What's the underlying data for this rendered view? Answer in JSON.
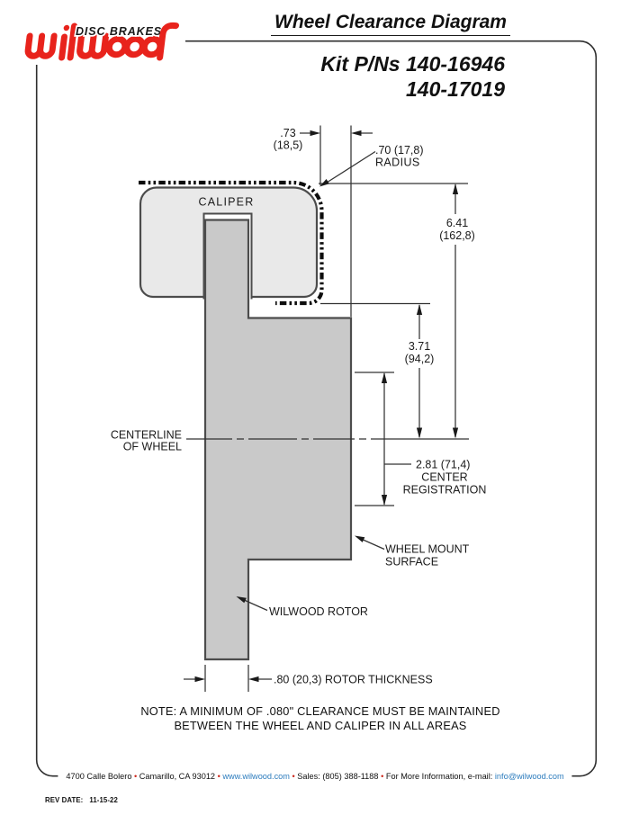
{
  "logo": {
    "brand": "wilwood",
    "tagline": "DISC BRAKES"
  },
  "header": {
    "title": "Wheel Clearance Diagram",
    "kit_line1": "Kit P/Ns 140-16946",
    "kit_line2": "140-17019"
  },
  "diagram": {
    "caliper_label": "CALIPER",
    "centerline_line1": "CENTERLINE",
    "centerline_line2": "OF WHEEL",
    "dim_gap": {
      "in": ".73",
      "mm": "(18,5)"
    },
    "dim_radius": {
      "line1": ".70 (17,8)",
      "line2": "RADIUS"
    },
    "dim_height": {
      "in": "6.41",
      "mm": "(162,8)"
    },
    "dim_mid": {
      "in": "3.71",
      "mm": "(94,2)"
    },
    "dim_register": {
      "line1": "2.81 (71,4)",
      "line2": "CENTER",
      "line3": "REGISTRATION"
    },
    "wheel_mount": {
      "line1": "WHEEL MOUNT",
      "line2": "SURFACE"
    },
    "rotor_label": "WILWOOD ROTOR",
    "dim_thickness": ".80 (20,3) ROTOR THICKNESS"
  },
  "note": {
    "line1": "NOTE: A MINIMUM OF .080\" CLEARANCE MUST BE MAINTAINED",
    "line2": "BETWEEN THE WHEEL AND CALIPER IN ALL AREAS"
  },
  "footer": {
    "address": "4700 Calle Bolero",
    "city": "Camarillo, CA 93012",
    "website": "www.wilwood.com",
    "sales": "Sales: (805) 388-1188",
    "more_info": "For More Information, e-mail:",
    "email": "info@wilwood.com",
    "bullet": "•"
  },
  "revision": {
    "label": "REV DATE:",
    "date": "11-15-22"
  },
  "colors": {
    "brand_red": "#e8231c",
    "link_blue": "#2e7dbe",
    "caliper_fill": "#e9e9e9",
    "rotor_fill": "#c9c9c9"
  }
}
